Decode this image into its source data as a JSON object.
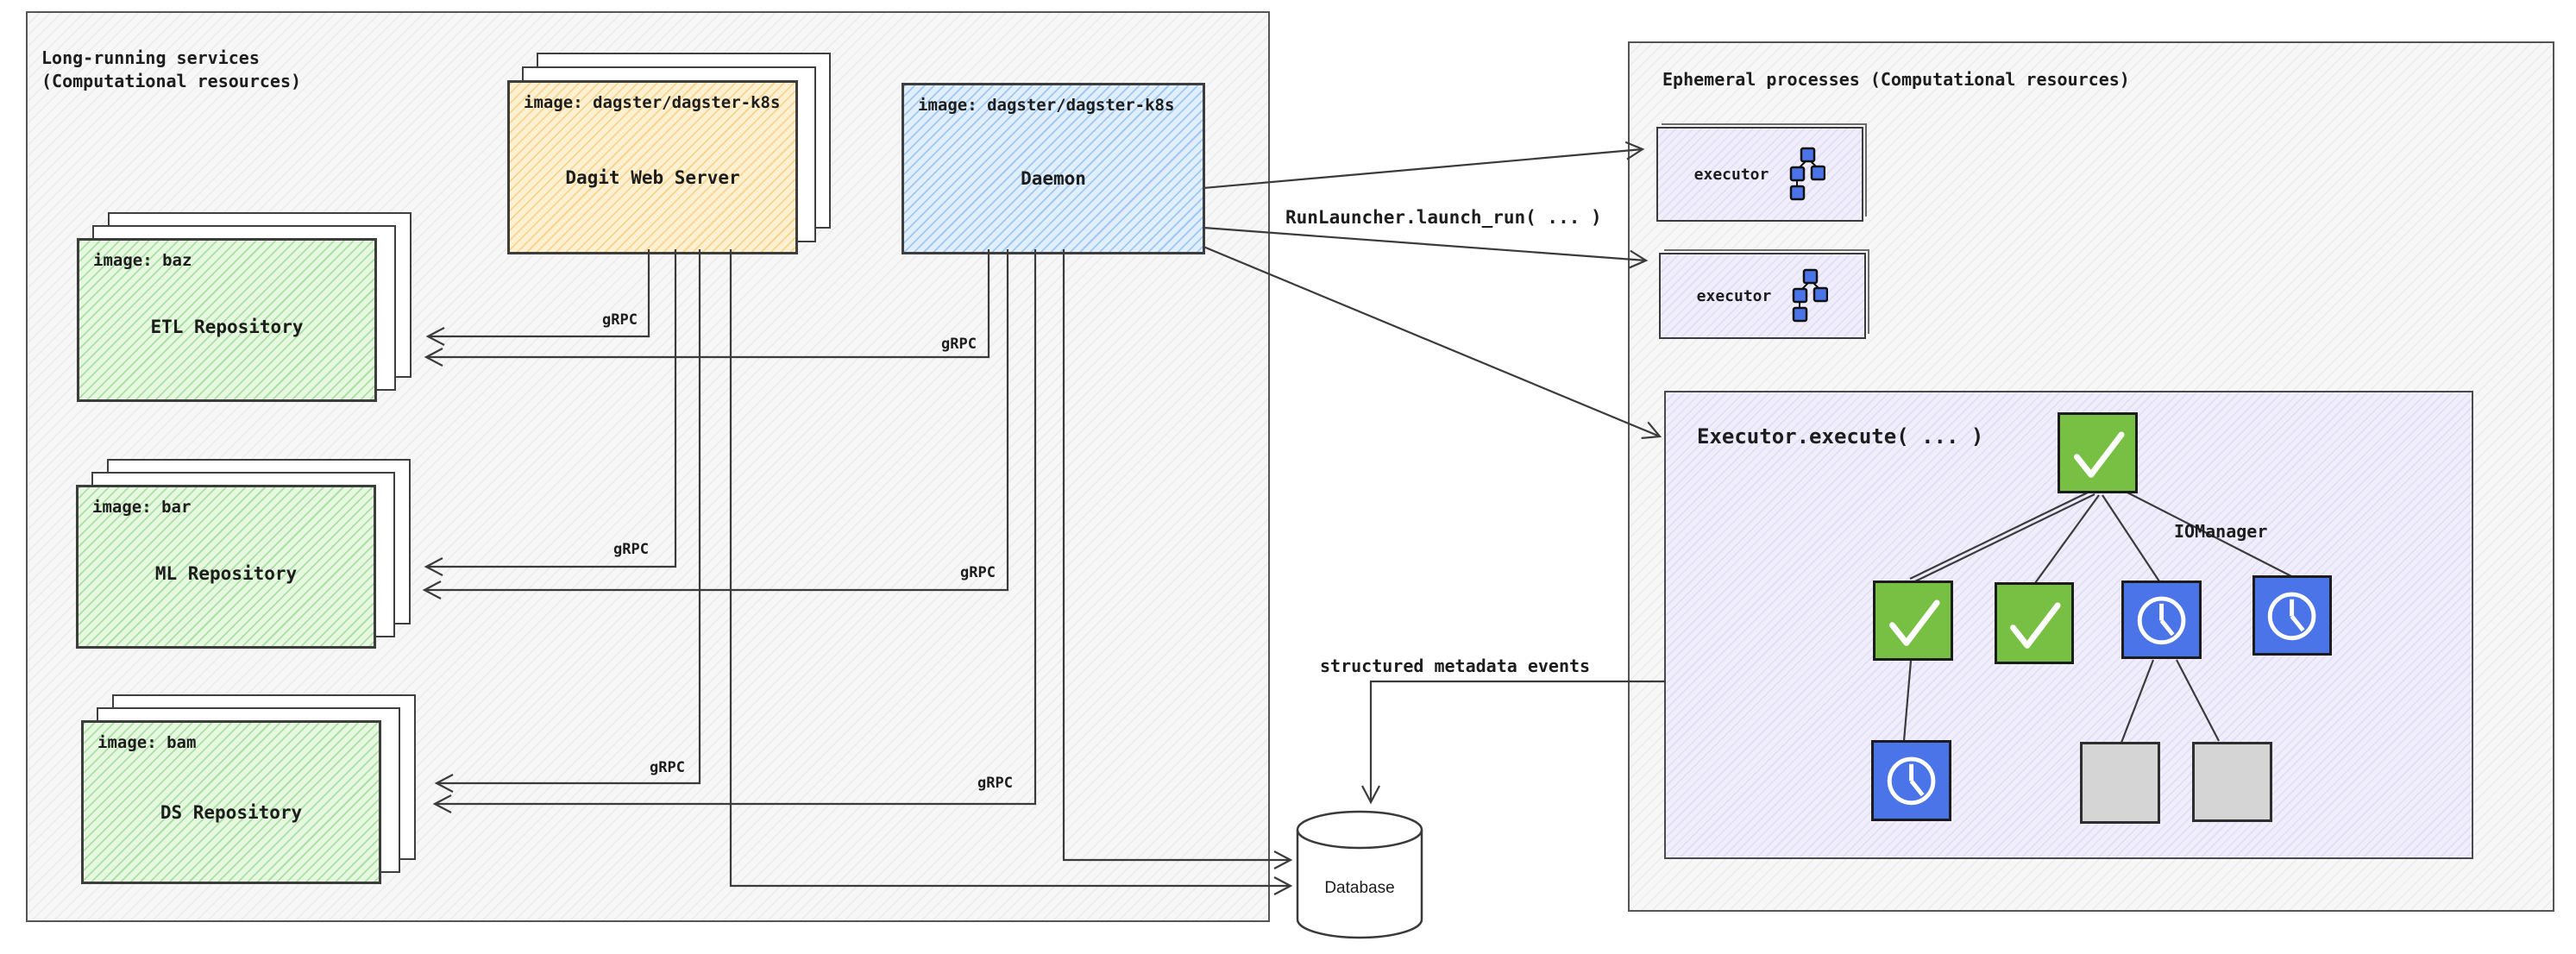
{
  "left_panel": {
    "title_line1": "Long-running services",
    "title_line2": "(Computational resources)",
    "dagit": {
      "image_label": "image: dagster/dagster-k8s",
      "name": "Dagit Web Server"
    },
    "daemon": {
      "image_label": "image: dagster/dagster-k8s",
      "name": "Daemon"
    },
    "repos": [
      {
        "image_label": "image: baz",
        "name": "ETL Repository"
      },
      {
        "image_label": "image: bar",
        "name": "ML Repository"
      },
      {
        "image_label": "image: bam",
        "name": "DS Repository"
      }
    ],
    "grpc_label": "gRPC"
  },
  "labels": {
    "run_launcher": "RunLauncher.launch_run( ... )",
    "metadata_events": "structured metadata events",
    "database": "Database"
  },
  "right_panel": {
    "title": "Ephemeral processes (Computational resources)",
    "executors": [
      {
        "label": "executor"
      },
      {
        "label": "executor"
      }
    ],
    "execute_panel": {
      "title": "Executor.execute( ... )",
      "iomanager_label": "IOManager",
      "task_grid": {
        "top": "check",
        "row2": [
          "check",
          "check",
          "clock",
          "clock"
        ],
        "row3": [
          "clock",
          "empty",
          "empty"
        ]
      }
    }
  },
  "icons": {
    "check": "check-icon",
    "clock": "clock-icon",
    "executor_dag": "dag-nodes-icon",
    "database": "database-cylinder-icon"
  },
  "colors": {
    "task_success_green": "#77c043",
    "task_pending_blue": "#4b74e9",
    "task_skipped_gray": "#d5d5d5",
    "dagit_yellow": "#fdf1d2",
    "daemon_blue": "#e1effc",
    "repo_green": "#e6f8e0",
    "ephemeral_lavender": "#f1eefb",
    "line": "#3b3b3b"
  }
}
